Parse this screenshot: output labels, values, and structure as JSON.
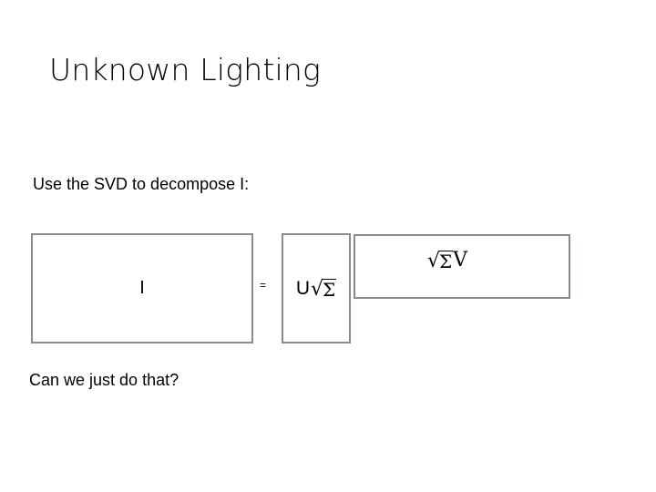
{
  "slide": {
    "title": "Unknown Lighting",
    "background_color": "#ffffff",
    "text_color": "#000000",
    "box_border_color": "#878c92"
  },
  "body": {
    "lead_text": "Use the SVD to decompose I:",
    "closing_text": "Can we just do that?"
  },
  "equation": {
    "equals_symbol": "=",
    "left_matrix": {
      "label": "I",
      "name": "image-matrix"
    },
    "middle_matrix": {
      "prefix": "U",
      "radical_symbol": "√",
      "radicand": "Σ",
      "suffix": "",
      "name": "u-sqrt-sigma-matrix"
    },
    "right_matrix": {
      "prefix": "",
      "radical_symbol": "√",
      "radicand": "Σ",
      "suffix": "V",
      "name": "sqrt-sigma-v-matrix"
    }
  }
}
